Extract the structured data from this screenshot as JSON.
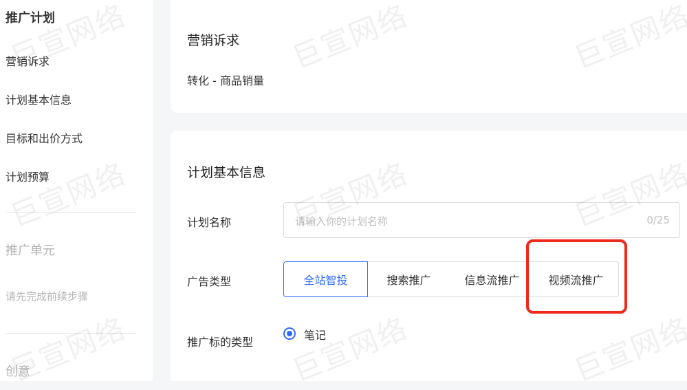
{
  "sidebar": {
    "plan_header": "推广计划",
    "plan_items": [
      "营销诉求",
      "计划基本信息",
      "目标和出价方式",
      "计划预算"
    ],
    "unit_header": "推广单元",
    "unit_hint": "请先完成前续步骤",
    "creative_header": "创意"
  },
  "marketing": {
    "title": "营销诉求",
    "value": "转化 - 商品销量"
  },
  "basic_info": {
    "title": "计划基本信息",
    "name_label": "计划名称",
    "name_placeholder": "请输入你的计划名称",
    "name_counter": "0/25",
    "ad_type_label": "广告类型",
    "ad_types": [
      "全站智投",
      "搜索推广",
      "信息流推广",
      "视频流推广"
    ],
    "ad_type_selected": "全站智投",
    "target_label": "推广标的类型",
    "target_option": "笔记"
  },
  "watermark": "巨宣网络",
  "colors": {
    "accent": "#2f6bff",
    "highlight": "#ee2a1d"
  }
}
